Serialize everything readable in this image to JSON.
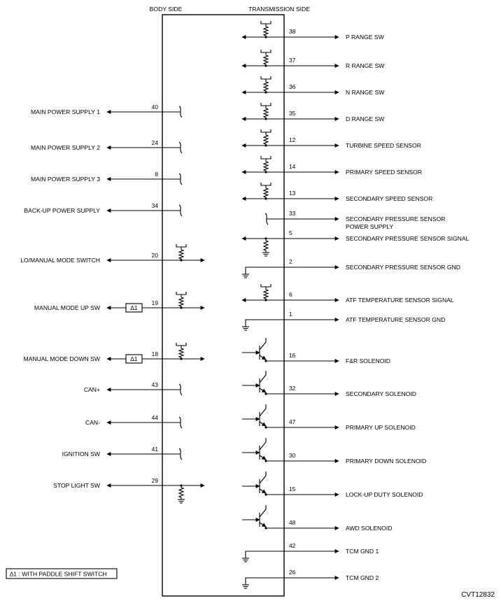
{
  "headers": {
    "body_side": "BODY SIDE",
    "transmission_side": "TRANSMISSION SIDE"
  },
  "left_signals": [
    {
      "label": "MAIN POWER SUPPLY 1",
      "pin": "40",
      "symbol": "break"
    },
    {
      "label": "MAIN POWER SUPPLY 2",
      "pin": "24",
      "symbol": "break"
    },
    {
      "label": "MAIN POWER SUPPLY 3",
      "pin": "8",
      "symbol": "break"
    },
    {
      "label": "BACK-UP POWER SUPPLY",
      "pin": "34",
      "symbol": "break"
    },
    {
      "label": "LO/MANUAL MODE SWITCH",
      "pin": "20",
      "symbol": "pullup-in"
    },
    {
      "label": "MANUAL MODE UP SW",
      "pin": "19",
      "symbol": "pullup-in",
      "note": "∆1"
    },
    {
      "label": "MANUAL MODE DOWN SW",
      "pin": "18",
      "symbol": "pullup-in",
      "note": "∆1"
    },
    {
      "label": "CAN+",
      "pin": "43",
      "symbol": "break"
    },
    {
      "label": "CAN-",
      "pin": "44",
      "symbol": "break"
    },
    {
      "label": "IGNITION SW",
      "pin": "41",
      "symbol": "break"
    },
    {
      "label": "STOP LIGHT SW",
      "pin": "29",
      "symbol": "pulldown-in"
    }
  ],
  "right_signals": [
    {
      "label": "P RANGE SW",
      "pin": "38",
      "symbol": "pullup"
    },
    {
      "label": "R RANGE SW",
      "pin": "37",
      "symbol": "pullup"
    },
    {
      "label": "N RANGE SW",
      "pin": "36",
      "symbol": "pullup"
    },
    {
      "label": "D RANGE SW",
      "pin": "35",
      "symbol": "pullup"
    },
    {
      "label": "TURBINE SPEED SENSOR",
      "pin": "12",
      "symbol": "pullup"
    },
    {
      "label": "PRIMARY SPEED SENSOR",
      "pin": "14",
      "symbol": "pullup"
    },
    {
      "label": "SECONDARY SPEED SENSOR",
      "pin": "13",
      "symbol": "pullup"
    },
    {
      "label": "SECONDARY PRESSURE SENSOR",
      "label2": "POWER SUPPLY",
      "pin": "33",
      "symbol": "break"
    },
    {
      "label": "SECONDARY PRESSURE SENSOR SIGNAL",
      "pin": "5",
      "symbol": "pulldown"
    },
    {
      "label": "SECONDARY PRESSURE SENSOR GND",
      "pin": "2",
      "symbol": "ground"
    },
    {
      "label": "ATF TEMPERATURE SENSOR SIGNAL",
      "pin": "6",
      "symbol": "pullup"
    },
    {
      "label": "ATF TEMPERATURE SENSOR GND",
      "pin": "1",
      "symbol": "ground"
    },
    {
      "label": "F&R SOLENOID",
      "pin": "16",
      "symbol": "transistor"
    },
    {
      "label": "SECONDARY SOLENOID",
      "pin": "32",
      "symbol": "transistor"
    },
    {
      "label": "PRIMARY UP SOLENOID",
      "pin": "47",
      "symbol": "transistor"
    },
    {
      "label": "PRIMARY DOWN SOLENOID",
      "pin": "30",
      "symbol": "transistor"
    },
    {
      "label": "LOCK-UP DUTY SOLENOID",
      "pin": "15",
      "symbol": "transistor"
    },
    {
      "label": "AWD SOLENOID",
      "pin": "48",
      "symbol": "transistor"
    },
    {
      "label": "TCM GND 1",
      "pin": "42",
      "symbol": "ground"
    },
    {
      "label": "TCM GND 2",
      "pin": "26",
      "symbol": "ground"
    }
  ],
  "footnote": "∆1 : WITH PADDLE SHIFT SWITCH",
  "code": "CVT12832"
}
